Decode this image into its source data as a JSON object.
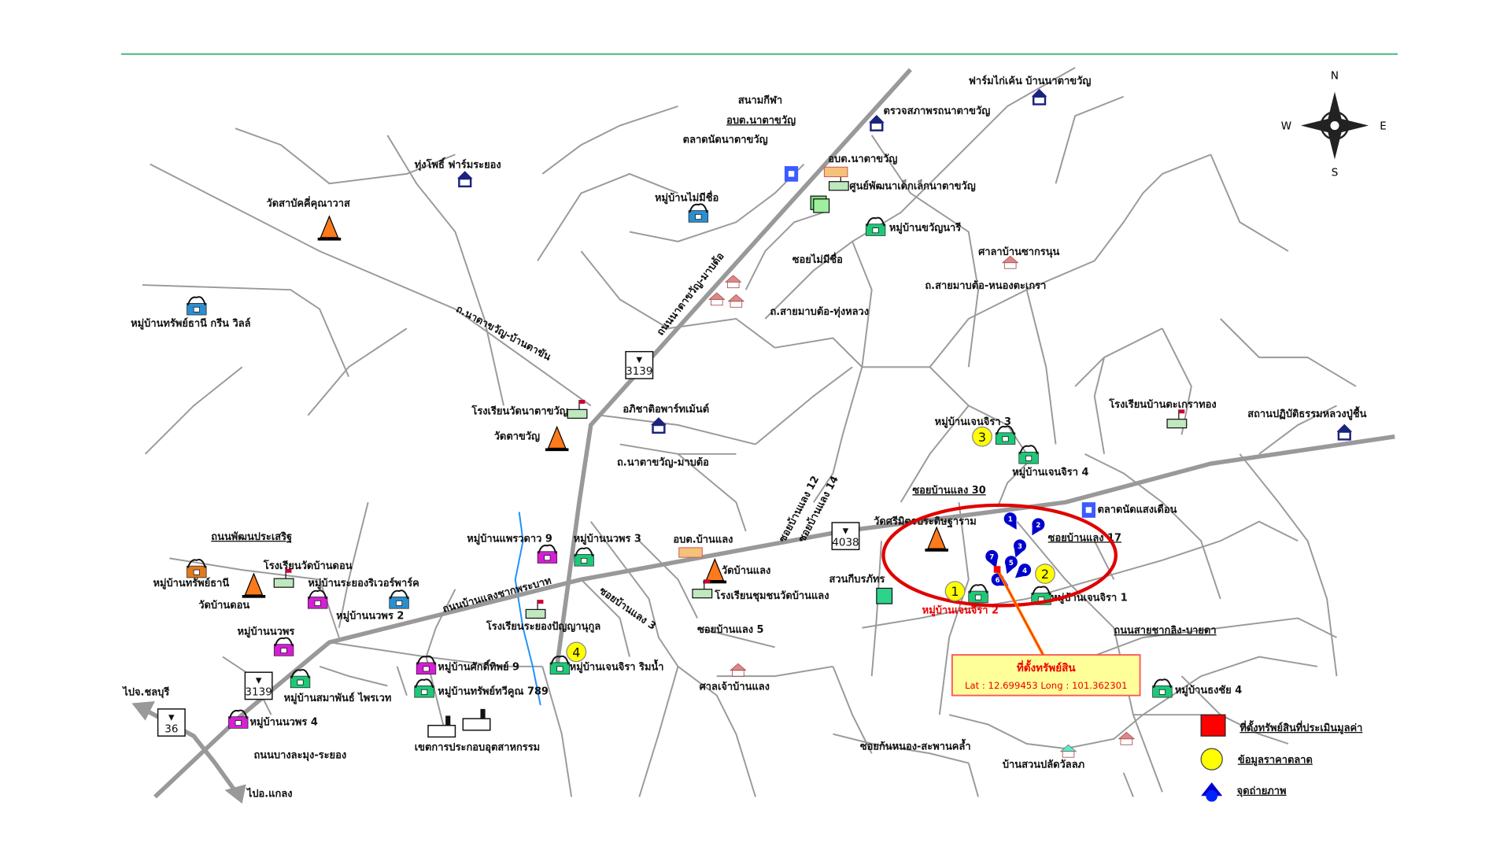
{
  "map": {
    "labels": [
      "ฟาร์มไก่เค้น บ้านนาตาขวัญ",
      "ตรวจสภาพรถนาตาขวัญ",
      "สนามกีฬา",
      "อบต.นาตาขวัญ",
      "ตลาดนัดนาตาขวัญ",
      "อบต.นาตาขวัญ",
      "ศูนย์พัฒนาเด็กเล็กนาตาขวัญ",
      "ทุ่งโพธิ์ ฟาร์มระยอง",
      "วัดสาบัคคี่คุณาวาส",
      "หมู่บ้านไม่มีชื่อ",
      "หมู่บ้านขวัญนารี",
      "ศาลาบ้านซากรนุน",
      "ซอยไม่มีชื่อ",
      "ถ.สายมาบต้อ-หนองตะเกรา",
      "ถ.สายมาบต้อ-ทุ่งหลวง",
      "หมู่บ้านทรัพย์ธานี กรีน วิลล์",
      "ถ.นาตาขวัญ-บ้านตาขัน",
      "ถนนนาตาขวัญ-มาบต้อ",
      "โรงเรียนวัดนาตาขวัญ",
      "อภิชาติอพาร์ทเม้นต์",
      "วัดตาขวัญ",
      "ถ.นาตาขวัญ-มาบต้อ",
      "หมู่บ้านเจนจิรา 3",
      "โรงเรียนบ้านตะเกราทอง",
      "สถานปฏิบัติธรรมหลวงปู่ชื้น",
      "หมู่บ้านเจนจิรา 4",
      "ซอยบ้านแลง 30",
      "ตลาดนัดแสงเดือน",
      "วัดศรีมิตรประดิษฐาราม",
      "ซอยบ้านแลง 17",
      "ซอยบ้านแลง 12",
      "ซอยบ้านแลง 14",
      "ถนนพัฒนประเสริฐ",
      "โรงเรียนวัดบ้านดอน",
      "หมู่บ้านระยองริเวอร์พาร์ค",
      "หมู่บ้านทรัพย์ธานี",
      "วัดบ้านดอน",
      "หมู่บ้านนวพร 2",
      "หมู่บ้านนวพร",
      "หมู่บ้านแพรวดาว 9",
      "หมู่บ้านนวพร 3",
      "อบต.บ้านแลง",
      "วัดบ้านแลง",
      "โรงเรียนชุมชนวัดบ้านแลง",
      "สวนกีบรภัทร",
      "ถนนบ้านแลงชากพระบาท",
      "ซอยบ้านแลง 3",
      "โรงเรียนระยองปัญญานุกูล",
      "ซอยบ้านแลง 5",
      "หมู่บ้านเจนจิรา 2",
      "หมู่บ้านเจนจิรา 1",
      "ถนนสายชากลิง-บายดา",
      "หมู่บ้านศักดิ์ทิพย์ 9",
      "หมู่บ้านเจนจิรา ริมน้ำ",
      "ศาลเจ้าบ้านแลง",
      "หมู่บ้านทรัพย์ทวีคูณ 789",
      "หมู่บ้านสมาพันธ์ ไพรเวท",
      "ไปจ.ชลบุรี",
      "หมู่บ้านนวพร 4",
      "เขตการประกอบอุตสาหกรรม",
      "ถนนบางละมุง-ระยอง",
      "ไปอ.แกลง",
      "ซอยก้นหนอง-สะพานคล้ำ",
      "บ้านสวนปลัดวัลลภ",
      "หมู่บ้านธงชัย 4"
    ],
    "route_shields": [
      "3139",
      "4038",
      "3139",
      "36"
    ],
    "market_markers": [
      "1",
      "2",
      "3",
      "4"
    ],
    "photo_points": [
      "1",
      "2",
      "3",
      "4",
      "5",
      "6",
      "7"
    ],
    "compass": {
      "n": "N",
      "e": "E",
      "s": "S",
      "w": "W"
    },
    "property_box": {
      "title": "ที่ตั้งทรัพย์สิน",
      "coords": "Lat : 12.699453  Long : 101.362301"
    },
    "legend": [
      {
        "label": "ที่ตั้งทรัพย์สินที่ประเมินมูลค่า",
        "symbol": "red-square",
        "color": "#ff0000"
      },
      {
        "label": "ข้อมูลราคาตลาด",
        "symbol": "yellow-circle",
        "color": "#ffff00"
      },
      {
        "label": "จุดถ่ายภาพ",
        "symbol": "blue-arrow",
        "color": "#0000cc"
      }
    ],
    "colors": {
      "accent_line": "#3cb371",
      "ellipse": "#e00000",
      "road": "#9a9a9a",
      "river": "#1e90ff"
    }
  }
}
